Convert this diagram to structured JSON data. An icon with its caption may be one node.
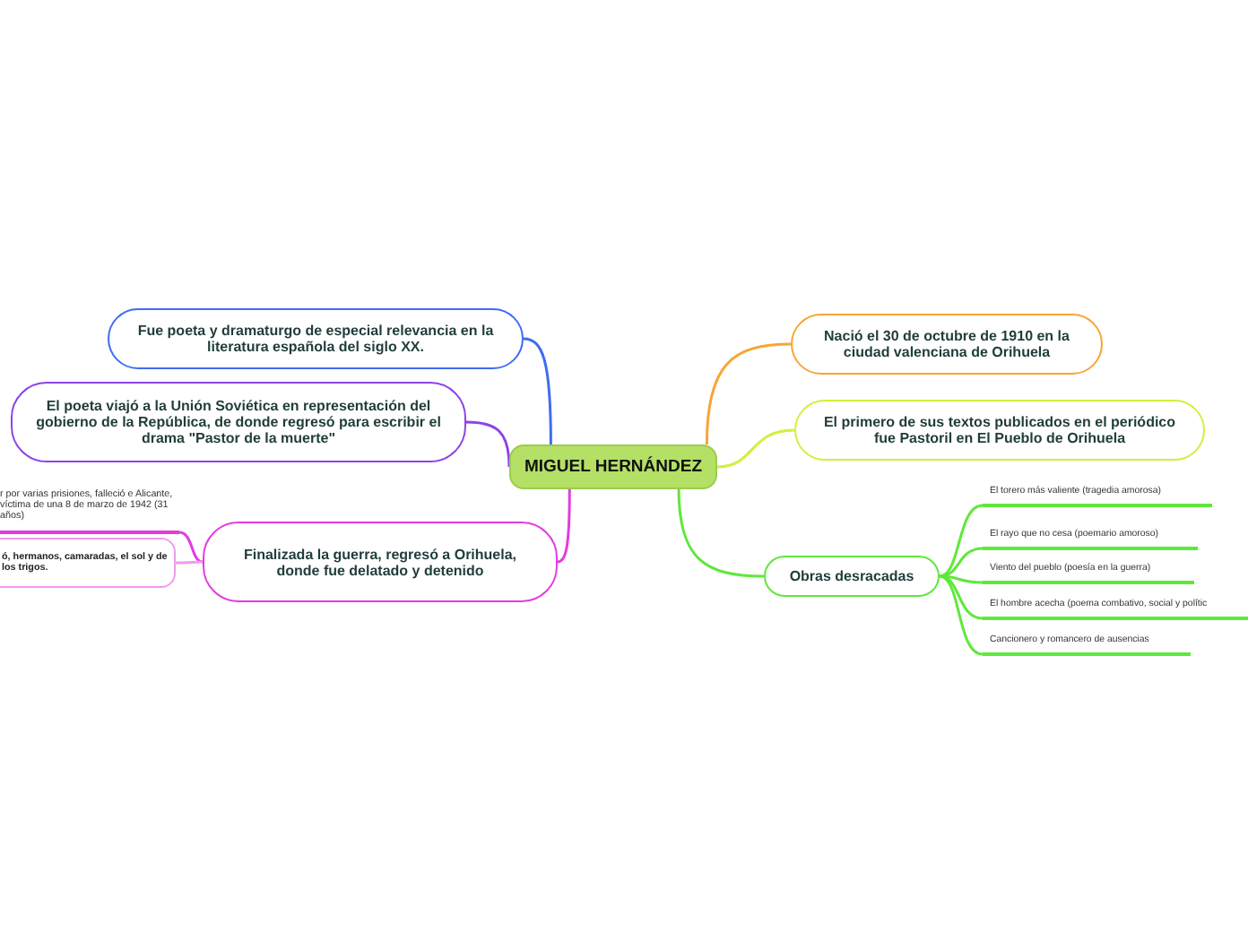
{
  "diagram": {
    "nodes": [
      {
        "text": [
          "MIGUEL HERNÁNDEZ"
        ]
      },
      {
        "text": [
          "Fue poeta y dramaturgo de especial relevancia en la literatura española del siglo XX."
        ]
      },
      {
        "text": [
          "El poeta viajó a la Unión Soviética en representación del gobierno de la República, de donde regresó para escribir el drama \"Pastor de la muerte\""
        ]
      },
      {
        "text": [
          "Finalizada la guerra, regresó a Orihuela, donde fue delatado y detenido"
        ]
      },
      {
        "text": [
          "r por varias prisiones, falleció e Alicante, víctima de una 8 de marzo de 1942 (31 años)"
        ]
      },
      {
        "text": [
          "ó, hermanos, camaradas, el sol y de los trigos."
        ]
      },
      {
        "text": [
          "Nació el 30 de octubre de 1910 en la ciudad valenciana de Orihuela"
        ]
      },
      {
        "text": [
          "El primero de sus textos publicados en el periódico fue Pastoril en El Pueblo de Orihuela"
        ]
      },
      {
        "text": [
          "Obras desracadas"
        ]
      },
      {
        "text": [
          "El torero más valiente (tragedia amorosa)"
        ]
      },
      {
        "text": [
          "El rayo que no cesa (poemario amoroso)"
        ]
      },
      {
        "text": [
          "Viento del pueblo (poesía en la guerra)"
        ]
      },
      {
        "text": [
          "El hombre acecha (poema combativo, social y polític"
        ]
      },
      {
        "text": [
          "Cancionero y romancero de ausencias"
        ]
      }
    ],
    "edges": [
      {
        "from": 0,
        "to": 1,
        "arrow": "none",
        "color": "#3f6cf2"
      },
      {
        "from": 0,
        "to": 2,
        "arrow": "none",
        "color": "#8a45e6"
      },
      {
        "from": 0,
        "to": 3,
        "arrow": "none",
        "color": "#e23ce0"
      },
      {
        "from": 3,
        "to": 4,
        "arrow": "none",
        "color": "#e23ce0"
      },
      {
        "from": 3,
        "to": 5,
        "arrow": "none",
        "color": "#f29af0"
      },
      {
        "from": 0,
        "to": 6,
        "arrow": "none",
        "color": "#f7a534"
      },
      {
        "from": 0,
        "to": 7,
        "arrow": "none",
        "color": "#d5ee3e"
      },
      {
        "from": 0,
        "to": 8,
        "arrow": "none",
        "color": "#5fe83c"
      },
      {
        "from": 8,
        "to": 9,
        "arrow": "none",
        "color": "#5fe83c"
      },
      {
        "from": 8,
        "to": 10,
        "arrow": "none",
        "color": "#5fe83c"
      },
      {
        "from": 8,
        "to": 11,
        "arrow": "none",
        "color": "#5fe83c"
      },
      {
        "from": 8,
        "to": 12,
        "arrow": "none",
        "color": "#5fe83c"
      },
      {
        "from": 8,
        "to": 13,
        "arrow": "none",
        "color": "#5fe83c"
      }
    ]
  }
}
